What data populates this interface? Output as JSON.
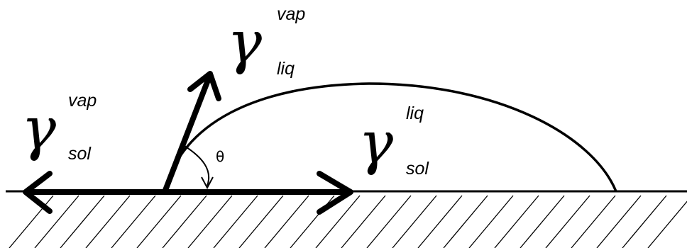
{
  "diagram": {
    "symbol": "γ",
    "theta": "θ",
    "labels": {
      "solid_vapor": {
        "superscript": "vap",
        "subscript": "sol"
      },
      "liquid_vapor": {
        "superscript": "vap",
        "subscript": "liq"
      },
      "solid_liquid": {
        "superscript": "liq",
        "subscript": "sol"
      }
    }
  },
  "colors": {
    "ink": "#000000",
    "background": "#ffffff"
  }
}
